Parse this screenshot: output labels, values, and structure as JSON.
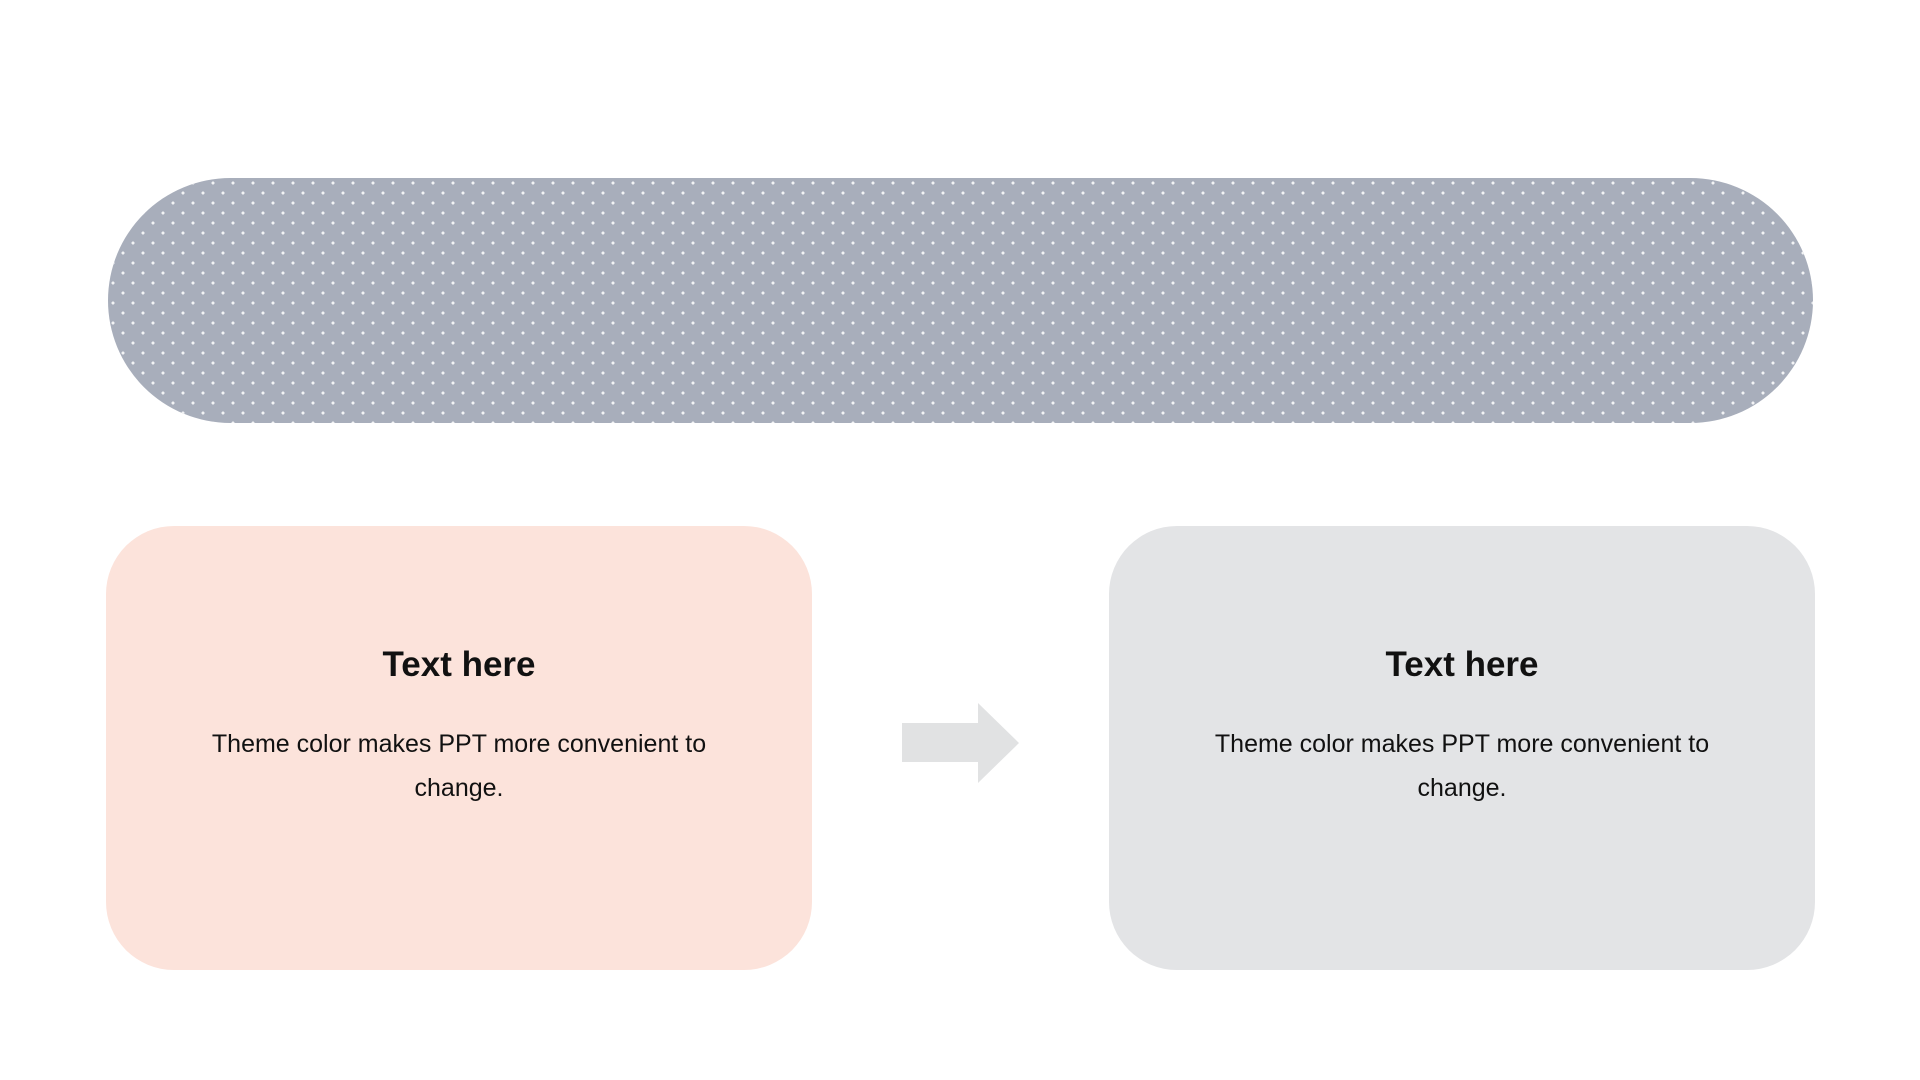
{
  "slide": {
    "background_color": "#ffffff",
    "text_color": "#111111"
  },
  "banner": {
    "shape": "capsule",
    "pattern": "dot-grid",
    "fill_color": "#a8aebb",
    "dot_color": "#e9ecf1"
  },
  "cards": [
    {
      "title": "Text here",
      "body": "Theme color makes PPT more convenient to change.",
      "fill_color": "#fce3db"
    },
    {
      "title": "Text here",
      "body": "Theme color makes PPT more convenient to change.",
      "fill_color": "#e3e4e6"
    }
  ],
  "arrow": {
    "direction": "right",
    "fill_color": "#e1e2e3"
  }
}
